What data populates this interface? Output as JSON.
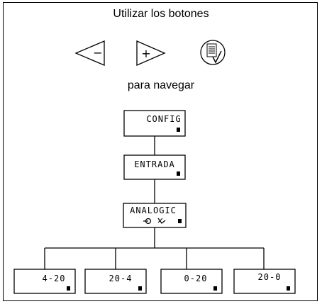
{
  "instructions": {
    "top": "Utilizar los botones",
    "bottom": "para navegar"
  },
  "buttons": [
    {
      "name": "left-arrow-button",
      "symbol": "−"
    },
    {
      "name": "right-arrow-button",
      "symbol": "+"
    },
    {
      "name": "menu-button",
      "icon": "list-check-icon"
    }
  ],
  "menu_tree": {
    "root": {
      "label": "CONFIG"
    },
    "level2": {
      "label": "ENTRADA"
    },
    "level3": {
      "label": "ANALOGIC",
      "sub_icons": [
        "enter-icon",
        "back-icon"
      ]
    },
    "leaves": [
      {
        "label": "4-20"
      },
      {
        "label": "20-4"
      },
      {
        "label": "0-20"
      },
      {
        "label": "20-0"
      }
    ]
  }
}
